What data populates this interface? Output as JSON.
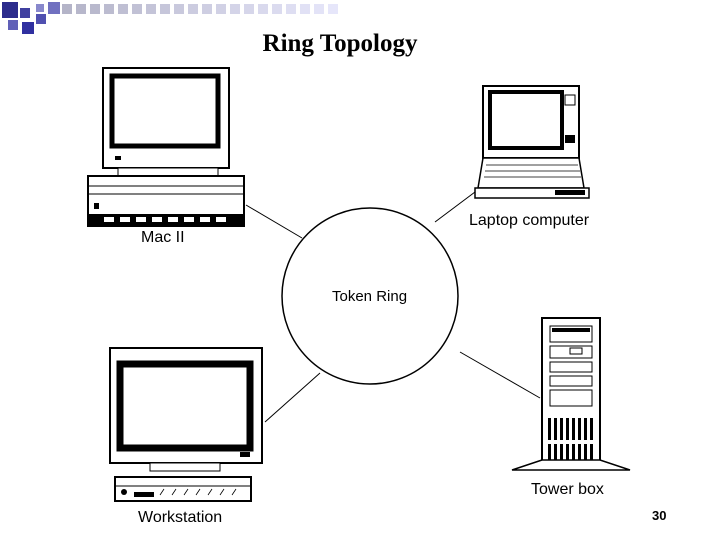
{
  "slide": {
    "title": "Ring Topology",
    "page_number": "30"
  },
  "diagram": {
    "ring_label": "Token Ring",
    "nodes": [
      {
        "id": "mac",
        "label": "Mac II"
      },
      {
        "id": "laptop",
        "label": "Laptop computer"
      },
      {
        "id": "workstation",
        "label": "Workstation"
      },
      {
        "id": "tower",
        "label": "Tower box"
      }
    ]
  },
  "colors": {
    "decor_blue": "#3a3a9c",
    "decor_light": "#c8c8e8",
    "line": "#000000"
  }
}
